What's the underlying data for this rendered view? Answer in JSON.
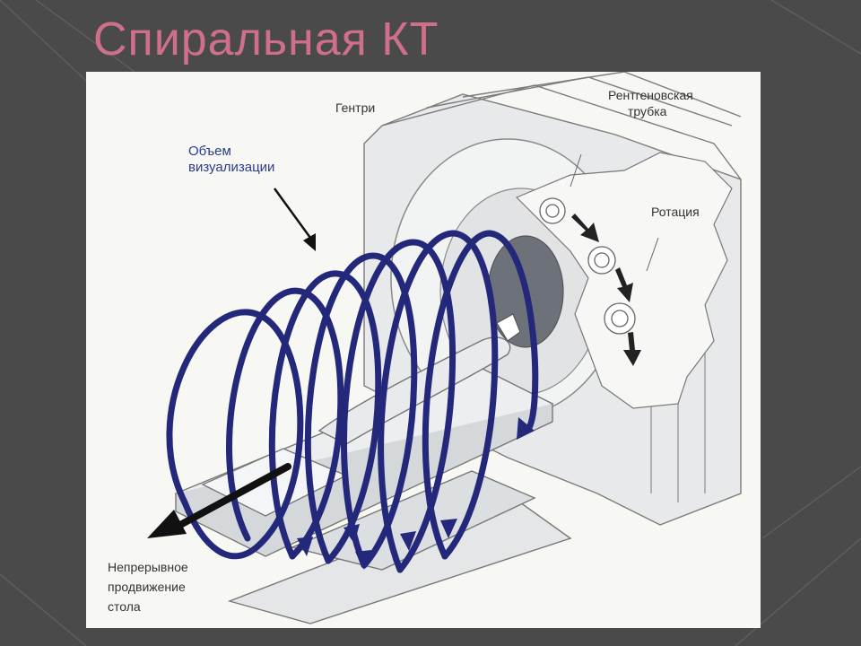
{
  "slide": {
    "title": "Спиральная КТ",
    "colors": {
      "background": "#4a4a4a",
      "title": "#d06f8a",
      "figure_background": "#f7f7f4",
      "helix": "#23287a",
      "label": "#333333",
      "label_blue": "#2a3d8f"
    }
  },
  "figure": {
    "labels": {
      "gantry": "Гентри",
      "xray_tube_line1": "Рентгеновская",
      "xray_tube_line2": "трубка",
      "rotation": "Ротация",
      "volume_line1": "Объем",
      "volume_line2": "визуализации",
      "table_line1": "Непрерывное",
      "table_line2": "продвижение",
      "table_line3": "стола"
    }
  }
}
